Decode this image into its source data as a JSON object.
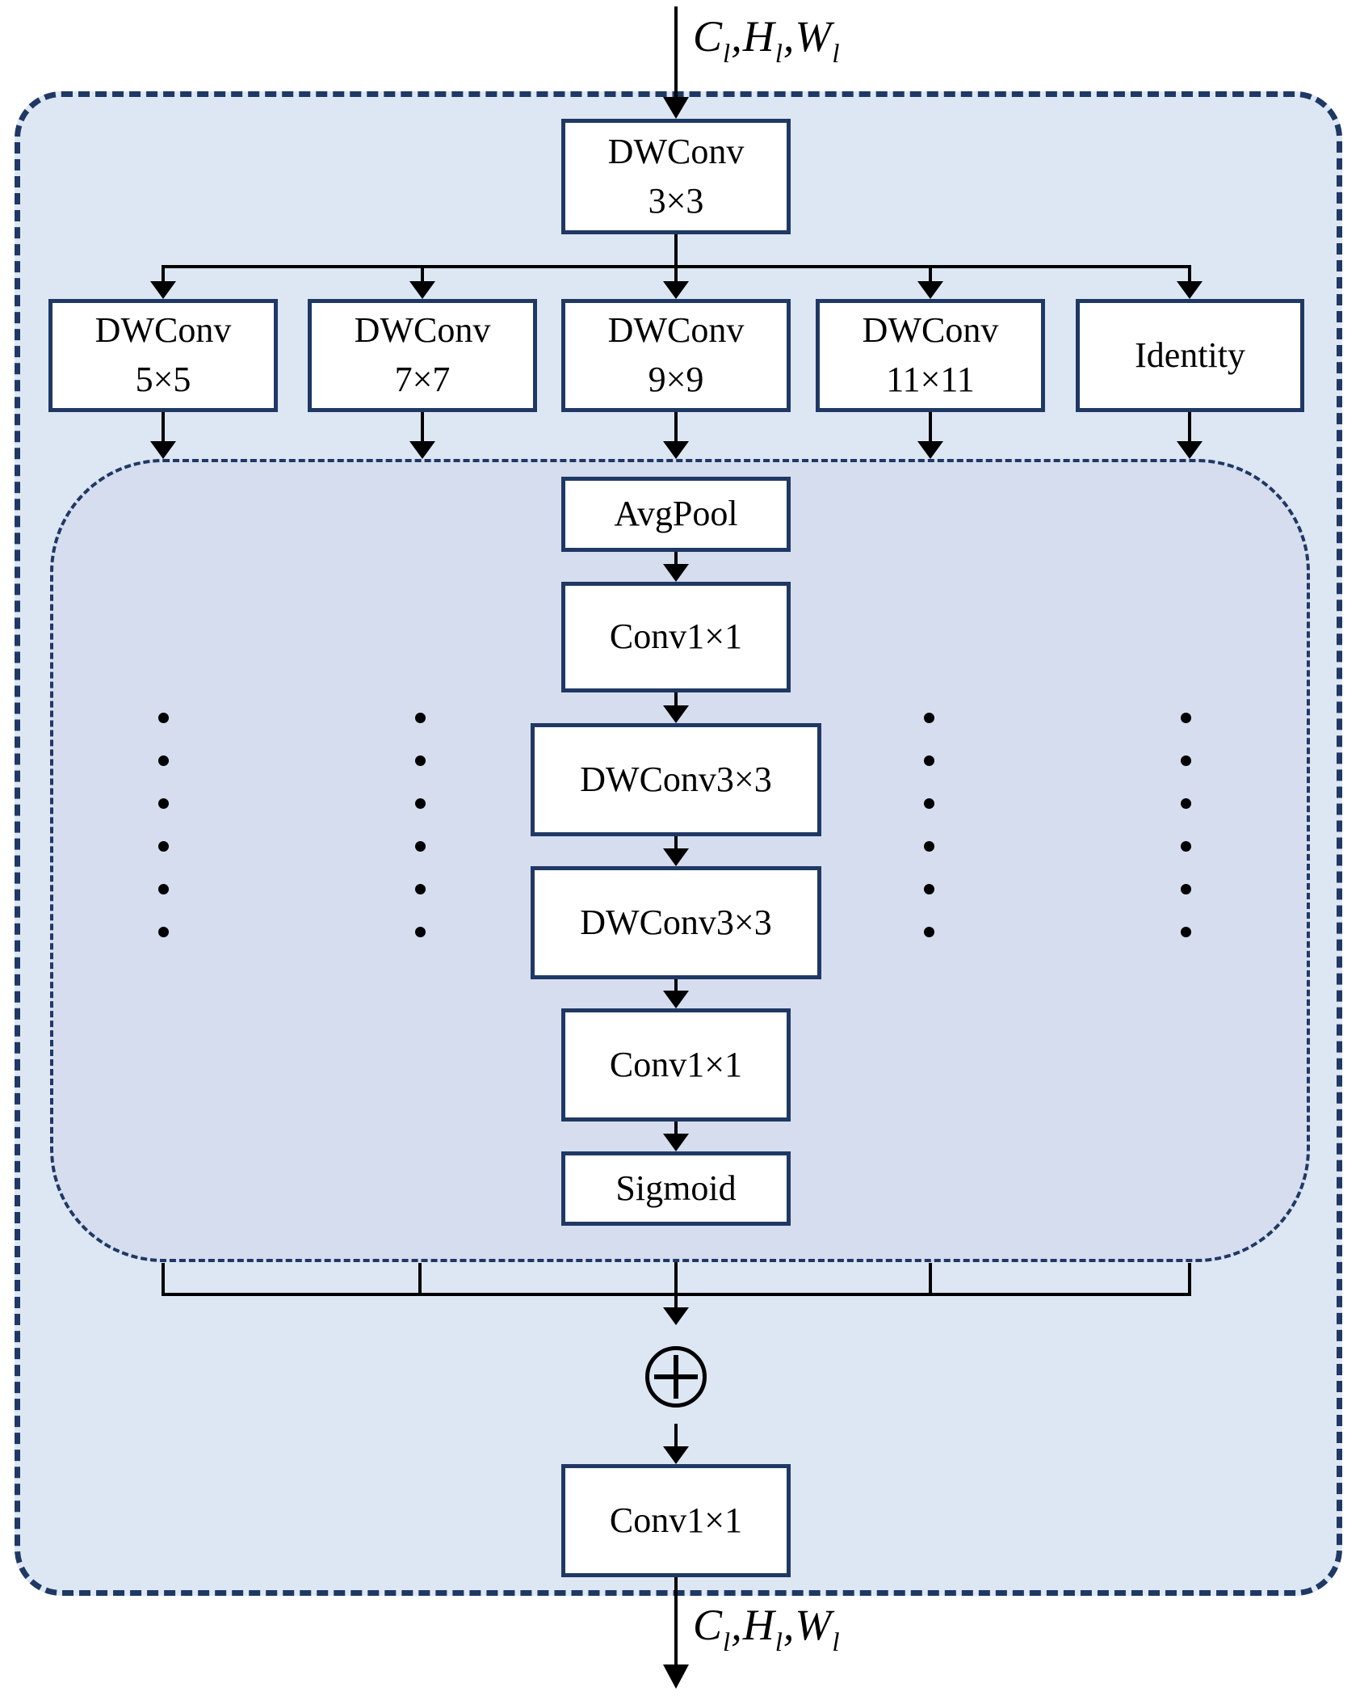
{
  "diagram": {
    "tensor": {
      "c": "C",
      "h": "H",
      "w": "W",
      "sub": "l",
      "comma": ","
    },
    "nodes": {
      "dwconv3x3_top": {
        "line1": "DWConv",
        "line2": "3×3"
      },
      "dwconv5x5": {
        "line1": "DWConv",
        "line2": "5×5"
      },
      "dwconv7x7": {
        "line1": "DWConv",
        "line2": "7×7"
      },
      "dwconv9x9": {
        "line1": "DWConv",
        "line2": "9×9"
      },
      "dwconv11x11": {
        "line1": "DWConv",
        "line2": "11×11"
      },
      "identity": {
        "label": "Identity"
      },
      "avgpool": {
        "label": "AvgPool"
      },
      "conv1x1_first": {
        "label": "Conv1×1"
      },
      "dwconv3x3_inner1": {
        "label": "DWConv3×3"
      },
      "dwconv3x3_inner2": {
        "label": "DWConv3×3"
      },
      "conv1x1_second": {
        "label": "Conv1×1"
      },
      "sigmoid": {
        "label": "Sigmoid"
      },
      "conv1x1_output": {
        "label": "Conv1×1"
      }
    },
    "operators": {
      "add": "⊕"
    },
    "colors": {
      "outer_fill": "#dde7f4",
      "inner_fill": "#d5ddee",
      "border_navy": "#1f3864",
      "line_black": "#000000",
      "box_fill": "#ffffff"
    }
  }
}
